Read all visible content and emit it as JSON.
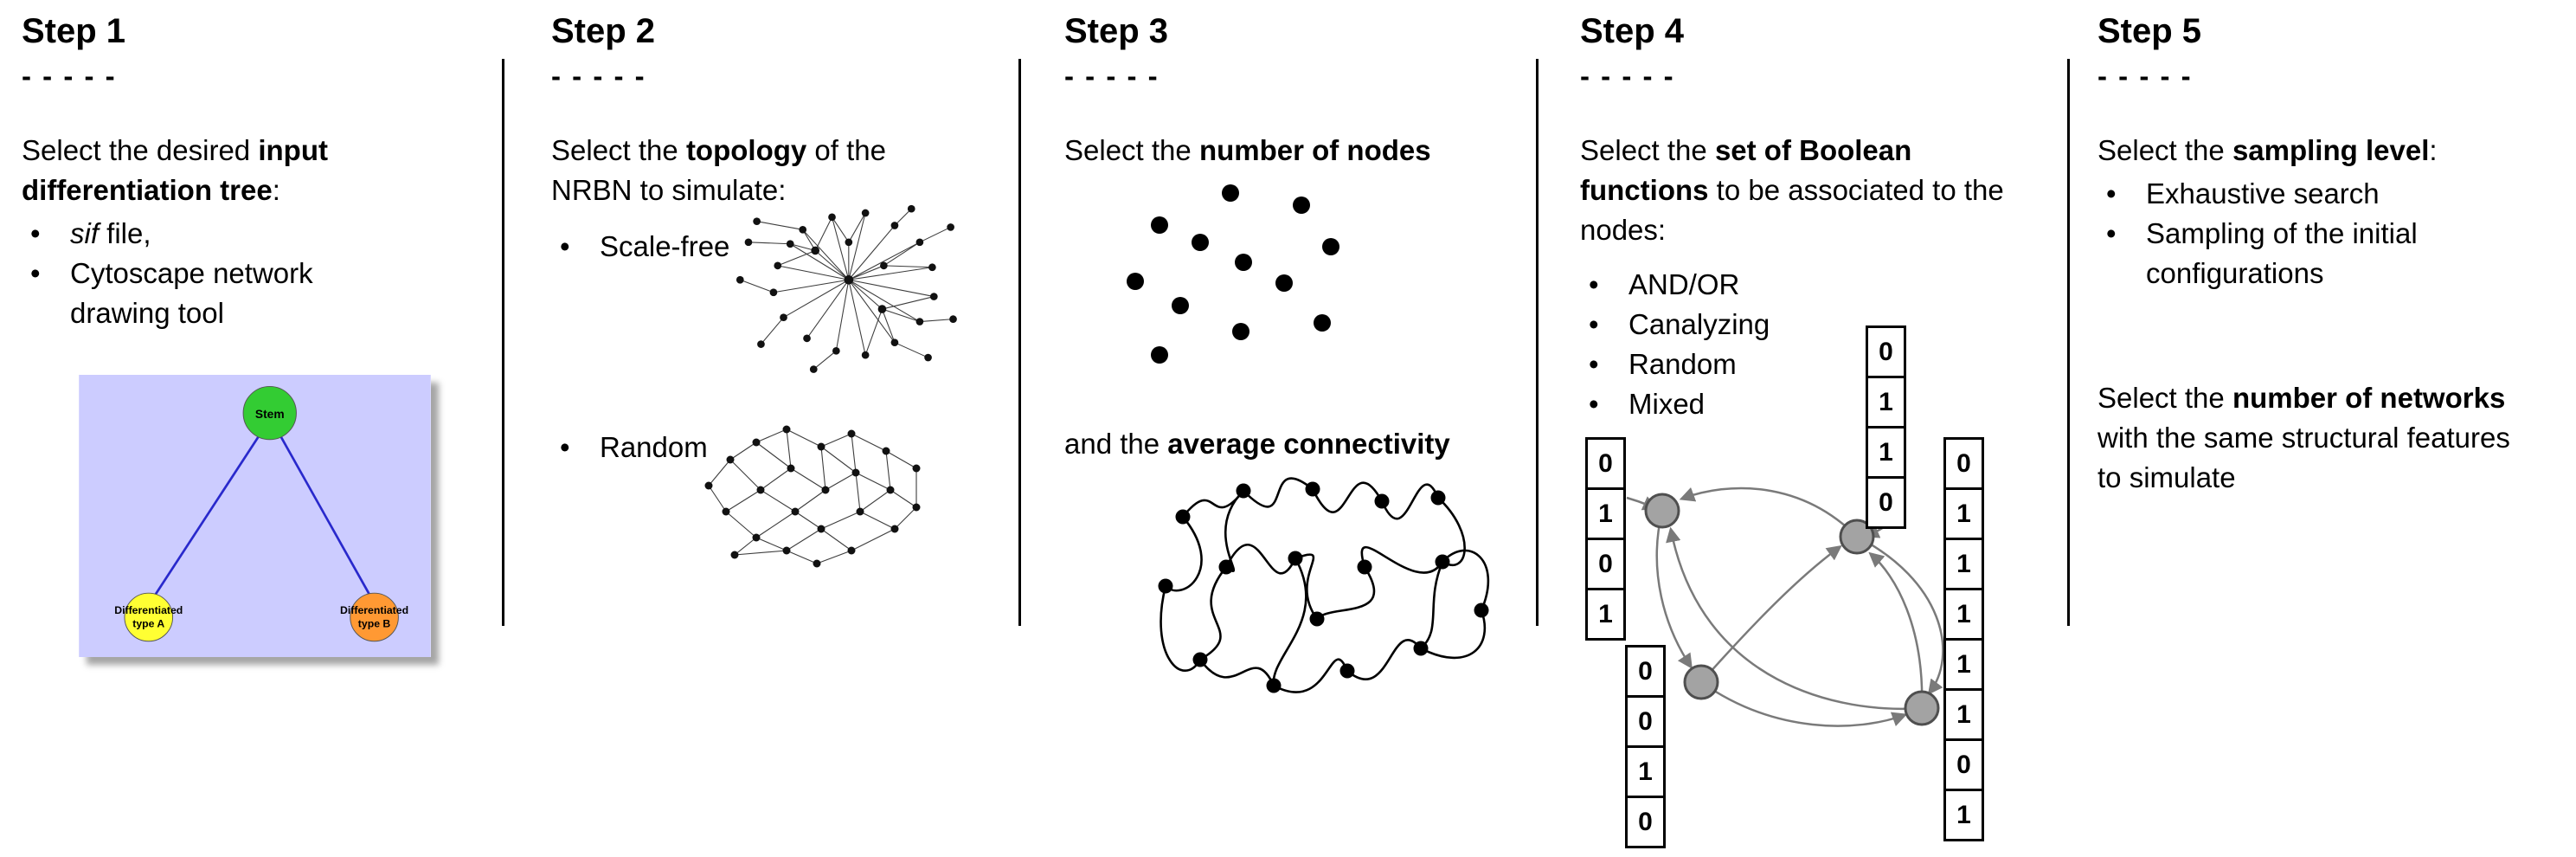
{
  "ui": {
    "bullet_char": "•"
  },
  "colors": {
    "tree_bg": "#ccccff",
    "stem_fill": "#33cc33",
    "type_a_fill": "#ffff33",
    "type_b_fill": "#ff9933",
    "tree_edge": "#2929cc",
    "bn_node_fill": "#a3a3a3",
    "bn_node_stroke": "#4f4f4f",
    "bn_arrow": "#7a7a7a"
  },
  "steps": {
    "step1": {
      "heading": "Step 1",
      "dashes": "- - - - -",
      "intro_pre": "Select the desired ",
      "intro_bold": "input differentiation tree",
      "intro_post": ":",
      "bullet1_italic": "sif",
      "bullet1_rest": " file,",
      "bullet2": "Cytoscape network drawing tool",
      "tree": {
        "stem": "Stem",
        "type_a_line1": "Differentiated",
        "type_a_line2": "type A",
        "type_b_line1": "Differentiated",
        "type_b_line2": "type B"
      }
    },
    "step2": {
      "heading": "Step 2",
      "dashes": "- - - - -",
      "intro_pre": "Select the ",
      "intro_bold": "topology",
      "intro_post": " of the NRBN to simulate:",
      "bullet1": "Scale-free",
      "bullet2": "Random"
    },
    "step3": {
      "heading": "Step 3",
      "dashes": "- - - - -",
      "line1_pre": "Select the ",
      "line1_bold": "number of nodes",
      "line2_pre": "and the ",
      "line2_bold": "average connectivity"
    },
    "step4": {
      "heading": "Step 4",
      "dashes": "- - - - -",
      "intro_pre": "Select the ",
      "intro_bold": "set of Boolean functions",
      "intro_post": " to be associated to the nodes:",
      "bullets": [
        "AND/OR",
        "Canalyzing",
        "Random",
        "Mixed"
      ],
      "truth_tables": {
        "left": [
          "0",
          "1",
          "0",
          "1"
        ],
        "top": [
          "0",
          "1",
          "1",
          "0"
        ],
        "right": [
          "0",
          "1",
          "1",
          "1",
          "1",
          "1",
          "0",
          "1"
        ],
        "bottom": [
          "0",
          "0",
          "1",
          "0"
        ]
      }
    },
    "step5": {
      "heading": "Step 5",
      "dashes": "- - - - -",
      "line1_pre": "Select the ",
      "line1_bold": "sampling level",
      "line1_post": ":",
      "bullet1": "Exhaustive search",
      "bullet2": "Sampling of the initial configurations",
      "para2_pre": "Select the ",
      "para2_bold": "number of networks",
      "para2_post": " with the same structural features to simulate"
    }
  }
}
